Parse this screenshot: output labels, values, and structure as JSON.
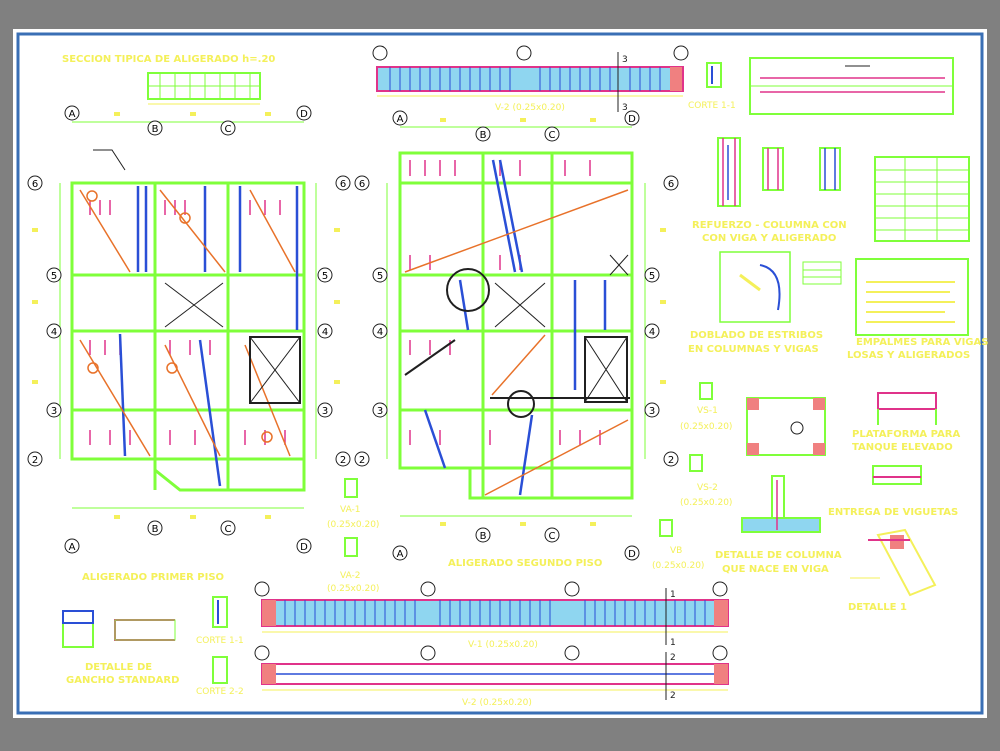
{
  "sheet": {
    "colors": {
      "background": "#808080",
      "paper": "#ffffff",
      "frame": "#3a6fb5",
      "beam": "#7fff3a",
      "rebar": "#e0338a",
      "column_bar": "#2a4fd6",
      "brace": "#e8722a",
      "title": "#f4f05a",
      "axis": "#202020",
      "joist_fill": "#8fd6f0"
    }
  },
  "titles": {
    "seccion_tipica": "SECCION TIPICA DE ALIGERADO h=.20",
    "refuerzo_columna_1": "REFUERZO - COLUMNA CON",
    "refuerzo_columna_2": "CON VIGA Y ALIGERADO",
    "doblado_1": "DOBLADO DE ESTRIBOS",
    "doblado_2": "EN COLUMNAS Y  VIGAS",
    "empalmes_1": "EMPALMES PARA VIGAS",
    "empalmes_2": "LOSAS Y ALIGERADOS",
    "plataforma_1": "PLATAFORMA PARA",
    "plataforma_2": "TANQUE ELEVADO",
    "entrega": "ENTREGA DE VIGUETAS",
    "detalle_columna_1": "DETALLE DE COLUMNA",
    "detalle_columna_2": "QUE NACE EN VIGA",
    "detalle_1": "DETALLE 1",
    "aligerado_primer": "ALIGERADO PRIMER PISO",
    "aligerado_segundo": "ALIGERADO SEGUNDO PISO",
    "detalle_gancho_1": "DETALLE DE",
    "detalle_gancho_2": "GANCHO STANDARD",
    "corte_11_a": "CORTE 1-1",
    "corte_11_b": "CORTE 1-1",
    "corte_22": "CORTE 2-2",
    "v2_label": "V-2 (0.25x0.20)",
    "v1_label": "V-1 (0.25x0.20)",
    "v2b_label": "V-2 (0.25x0.20)",
    "va_label": "VA-1",
    "va_dim": "(0.25x0.20)",
    "va2_label": "VA-2",
    "va2_dim": "(0.25x0.20)",
    "vs_label": "VS-1",
    "vs_dim": "(0.25x0.20)",
    "vs2_label": "VS-2",
    "vs2_dim": "(0.25x0.20)",
    "vb_label": "VB",
    "vb_dim": "(0.25x0.20)"
  },
  "grid": {
    "left_plan": {
      "top_letters": [
        "A",
        "B",
        "C",
        "D"
      ],
      "bottom_letters": [
        "A",
        "B",
        "C",
        "D"
      ],
      "row_numbers": [
        "6",
        "5",
        "4",
        "3",
        "2"
      ]
    },
    "right_plan": {
      "top_letters": [
        "A",
        "B",
        "C",
        "D"
      ],
      "bottom_letters": [
        "A",
        "B",
        "C",
        "D"
      ],
      "row_numbers": [
        "6",
        "5",
        "4",
        "3",
        "2"
      ]
    }
  },
  "section_marks": {
    "mark_3a": "3",
    "mark_3b": "3",
    "mark_1a": "1",
    "mark_1b": "1",
    "mark_2a": "2",
    "mark_2b": "2"
  }
}
